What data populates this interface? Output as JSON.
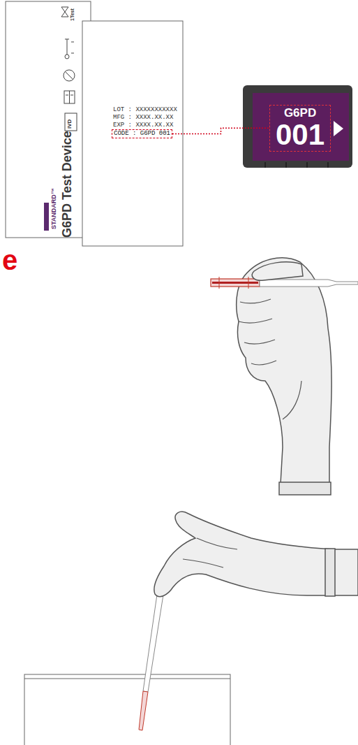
{
  "diagram": {
    "nodes": [
      {
        "text": [
          "CODE : G6PD 001"
        ]
      },
      {
        "text": [
          "G6PD",
          "001"
        ]
      }
    ],
    "edges": [
      {
        "from": 0,
        "to": 1,
        "arrow": "none"
      }
    ],
    "labels": [
      "1Test",
      "IVD",
      "STANDARD™",
      "G6PD Test Device",
      "LOT : XXXXXXXXXXX",
      "MFG : XXXX.XX.XX",
      "EXP : XXXX.XX.XX",
      "e"
    ]
  }
}
